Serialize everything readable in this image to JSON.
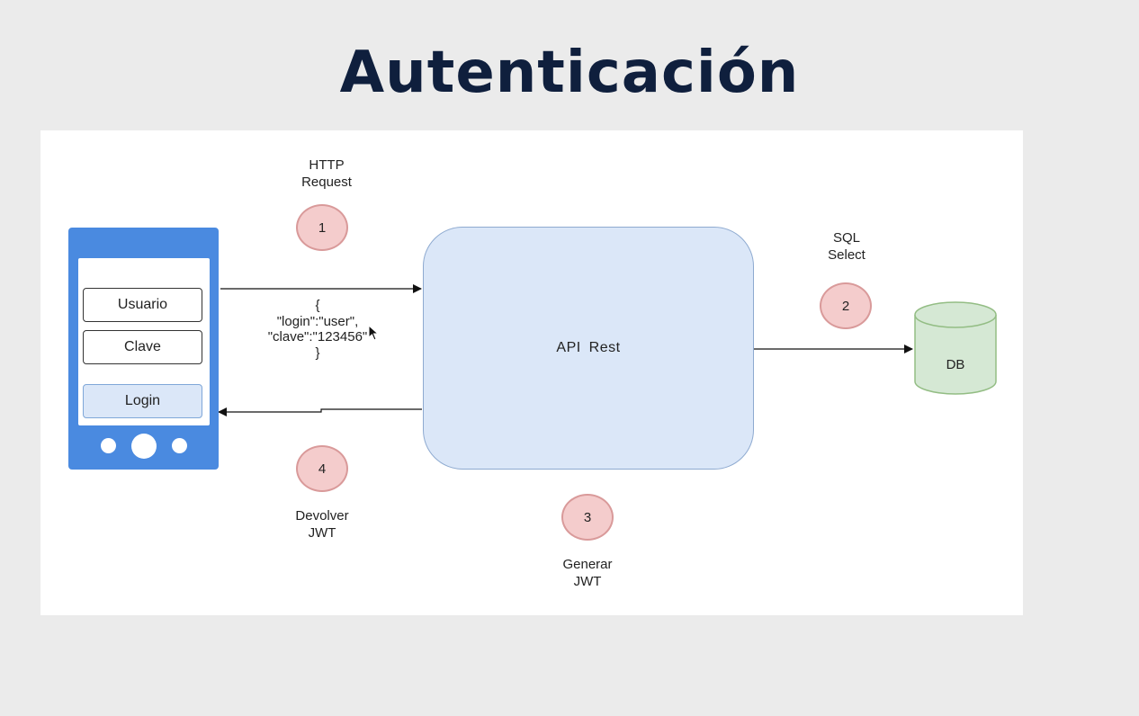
{
  "title": "Autenticación",
  "phone": {
    "fields": [
      "Usuario",
      "Clave"
    ],
    "button": "Login"
  },
  "api": {
    "label": "API  Rest"
  },
  "db": {
    "label": "DB"
  },
  "request_body": [
    "{",
    "\"login\":\"user\",",
    "\"clave\":\"123456\"",
    "}"
  ],
  "steps": [
    {
      "number": "1",
      "label_lines": [
        "HTTP",
        "Request"
      ]
    },
    {
      "number": "2",
      "label_lines": [
        "SQL",
        "Select"
      ]
    },
    {
      "number": "3",
      "label_lines": [
        "Generar",
        "JWT"
      ]
    },
    {
      "number": "4",
      "label_lines": [
        "Devolver",
        "JWT"
      ]
    }
  ],
  "colors": {
    "title": "#0f1f3d",
    "phone": "#4a8ae0",
    "api_fill": "#dbe7f8",
    "db_fill": "#d5e8d4",
    "step_fill": "#f4cccc"
  }
}
